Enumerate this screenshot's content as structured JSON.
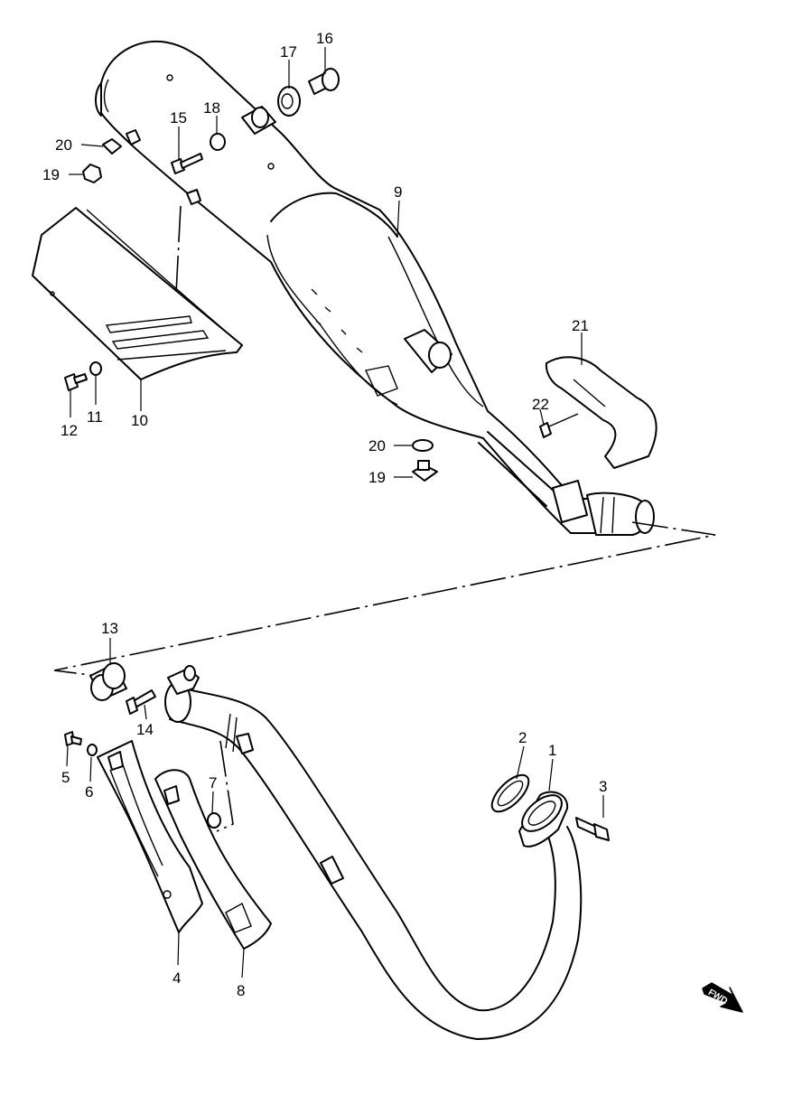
{
  "diagram": {
    "fwd_label": "FWD",
    "callouts": [
      {
        "id": "c1",
        "num": "1"
      },
      {
        "id": "c2",
        "num": "2"
      },
      {
        "id": "c3",
        "num": "3"
      },
      {
        "id": "c4",
        "num": "4"
      },
      {
        "id": "c5",
        "num": "5"
      },
      {
        "id": "c6",
        "num": "6"
      },
      {
        "id": "c7",
        "num": "7"
      },
      {
        "id": "c8",
        "num": "8"
      },
      {
        "id": "c9",
        "num": "9"
      },
      {
        "id": "c10",
        "num": "10"
      },
      {
        "id": "c11",
        "num": "11"
      },
      {
        "id": "c12",
        "num": "12"
      },
      {
        "id": "c13",
        "num": "13"
      },
      {
        "id": "c14",
        "num": "14"
      },
      {
        "id": "c15",
        "num": "15"
      },
      {
        "id": "c16",
        "num": "16"
      },
      {
        "id": "c17",
        "num": "17"
      },
      {
        "id": "c18",
        "num": "18"
      },
      {
        "id": "c19a",
        "num": "19"
      },
      {
        "id": "c20a",
        "num": "20"
      },
      {
        "id": "c19b",
        "num": "19"
      },
      {
        "id": "c20b",
        "num": "20"
      },
      {
        "id": "c21",
        "num": "21"
      },
      {
        "id": "c22",
        "num": "22"
      }
    ]
  }
}
